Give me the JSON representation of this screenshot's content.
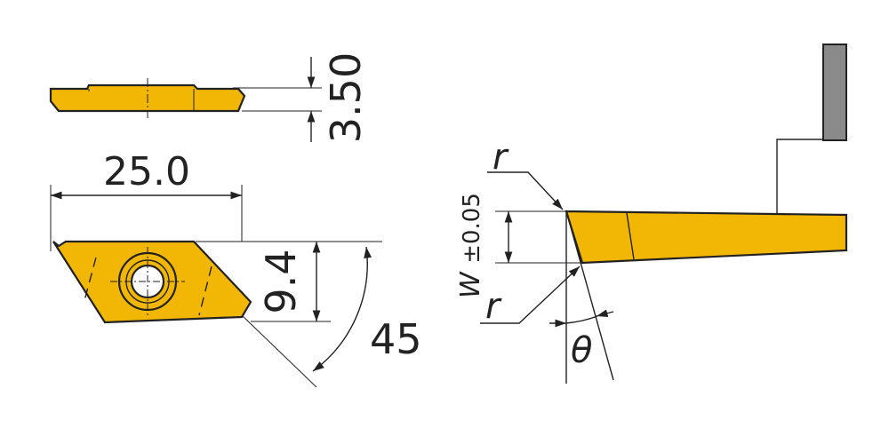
{
  "colors": {
    "insert_fill": "#f2b705",
    "line": "#222222",
    "holder_gray": "#8a8a8a",
    "background": "#ffffff"
  },
  "dimensions": {
    "thickness": "3.50",
    "length": "25.0",
    "height": "9.4",
    "angle": "45"
  },
  "cutoff": {
    "radius_top": "r",
    "radius_bottom": "r",
    "width_symbol": "W",
    "width_tolerance": "±0.05",
    "clearance_angle": "θ"
  }
}
